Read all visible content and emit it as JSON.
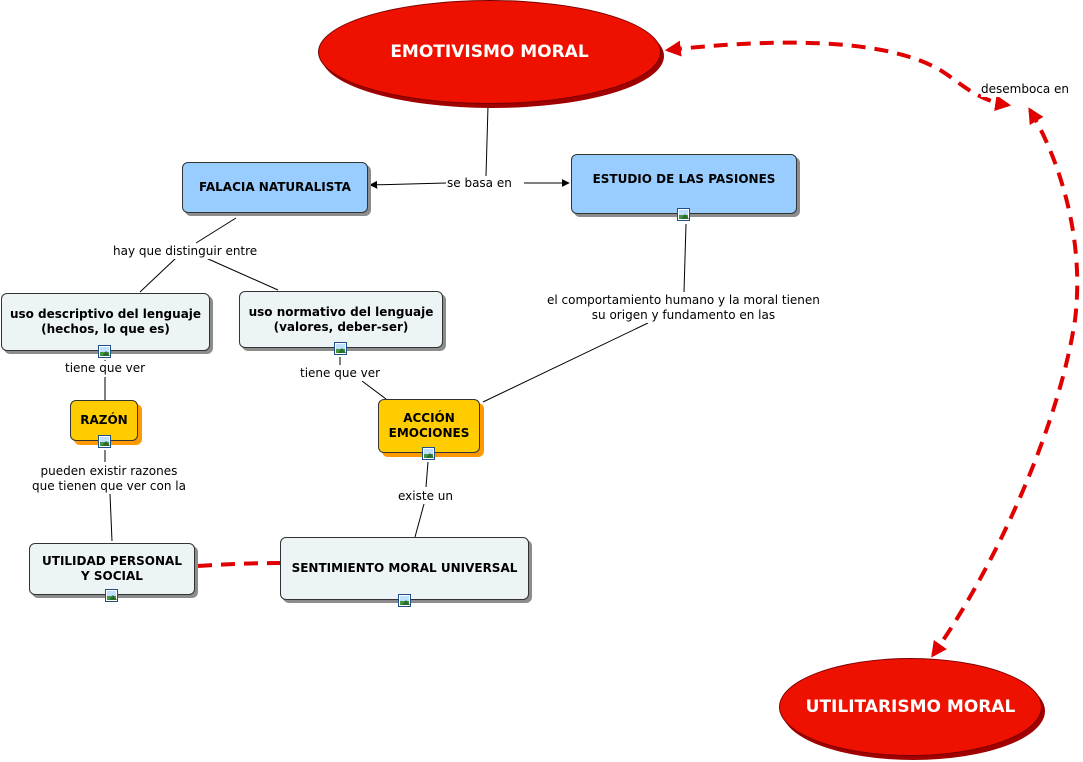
{
  "nodes": {
    "emotivismo": "EMOTIVISMO MORAL",
    "utilitarismo": "UTILITARISMO MORAL",
    "falacia": "FALACIA NATURALISTA",
    "estudio": "ESTUDIO DE LAS PASIONES",
    "uso_descriptivo": "uso descriptivo del lenguaje\n(hechos, lo que es)",
    "uso_normativo": "uso normativo del lenguaje\n(valores, deber-ser)",
    "razon": "RAZÓN",
    "accion": "ACCIÓN\nEMOCIONES",
    "utilidad": "UTILIDAD PERSONAL\nY SOCIAL",
    "sentimiento": "SENTIMIENTO MORAL UNIVERSAL"
  },
  "links": {
    "se_basa_en": "se basa en",
    "hay_que_distinguir": "hay que distinguir entre",
    "comportamiento": "el comportamiento humano y la moral tienen\nsu origen y fundamento en las",
    "tiene_que_ver_1": "tiene que ver",
    "tiene_que_ver_2": "tiene que ver",
    "pueden_existir": "pueden existir razones\nque tienen que ver con la",
    "existe_un": "existe un",
    "desemboca_en": "desemboca en"
  },
  "colors": {
    "oval": "#ee1100",
    "concept_blue": "#99ccff",
    "concept_grey": "#edf4f6",
    "concept_yellow": "#ffcc00",
    "dashed_link": "#e00000"
  }
}
